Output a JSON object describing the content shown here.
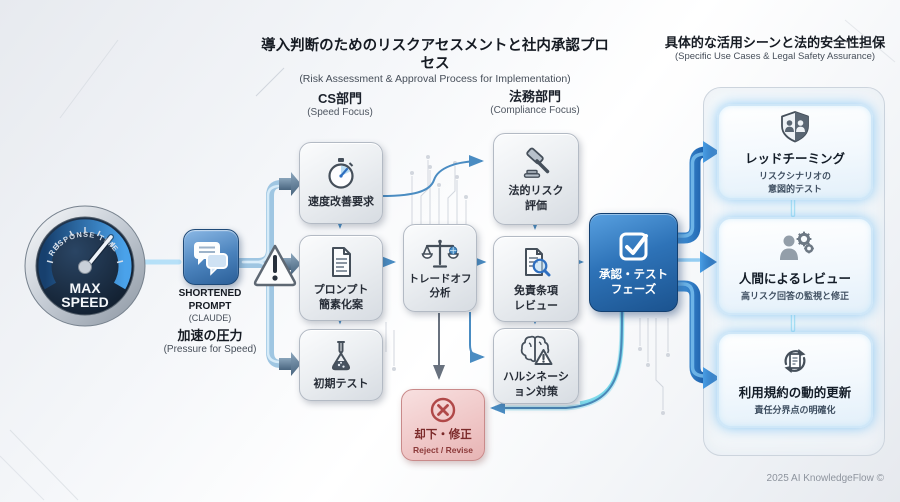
{
  "titles": {
    "main": {
      "jp": "導入判断のためのリスクアセスメントと社内承認プロセス",
      "en": "(Risk Assessment & Approval Process for Implementation)"
    },
    "right": {
      "jp": "具体的な活用シーンと法的安全性担保",
      "en": "(Specific Use Cases & Legal Safety Assurance)"
    }
  },
  "source": {
    "gauge": {
      "arc_label": "RESPONSE TIME",
      "label_line1": "MAX",
      "label_line2": "SPEED",
      "icon": "speedometer-icon"
    },
    "prompt": {
      "title": "SHORTENED\nPROMPT",
      "subtitle": "(CLAUDE)",
      "icon": "chat-bubbles-icon"
    },
    "pressure": {
      "jp": "加速の圧力",
      "en": "(Pressure for Speed)"
    },
    "warning": {
      "icon": "warning-triangle-icon"
    }
  },
  "columns": {
    "cs": {
      "title": "CS部門",
      "subtitle": "(Speed Focus)",
      "boxes": [
        {
          "label": "速度改善要求",
          "icon": "stopwatch-icon"
        },
        {
          "label": "プロンプト\n簡素化案",
          "icon": "document-icon"
        },
        {
          "label": "初期テスト",
          "icon": "flask-icon"
        }
      ]
    },
    "legal": {
      "title": "法務部門",
      "subtitle": "(Compliance Focus)",
      "boxes": [
        {
          "label": "法的リスク\n評価",
          "icon": "gavel-icon"
        },
        {
          "label": "免責条項\nレビュー",
          "icon": "document-search-icon"
        },
        {
          "label": "ハルシネーシ\nョン対策",
          "icon": "brain-warning-icon"
        }
      ]
    }
  },
  "tradeoff": {
    "label": "トレードオフ\n分析",
    "icon": "scales-icon"
  },
  "reject": {
    "label": "却下・修正",
    "sublabel": "Reject / Revise",
    "icon": "x-circle-icon"
  },
  "approval": {
    "label": "承認・テスト\nフェーズ",
    "icon": "checkbox-icon"
  },
  "outcomes": [
    {
      "title": "レッドチーミング",
      "subtitle": "リスクシナリオの\n意図的テスト",
      "icon": "shield-people-icon"
    },
    {
      "title": "人間によるレビュー",
      "subtitle": "高リスク回答の監視と修正",
      "icon": "person-gears-icon"
    },
    {
      "title": "利用規約の動的更新",
      "subtitle": "責任分界点の明確化",
      "icon": "document-refresh-icon"
    }
  ],
  "footer": {
    "credit": "2025 AI KnowledgeFlow ©"
  },
  "colors": {
    "accent_blue": "#2e73b8",
    "pipe_blue": "#9fc6e2",
    "glow_cyan": "#7fd8ec",
    "reject_pink": "#efc6c6",
    "box_gray": "#e4e8ed",
    "line_blue": "#4a8cc2"
  }
}
